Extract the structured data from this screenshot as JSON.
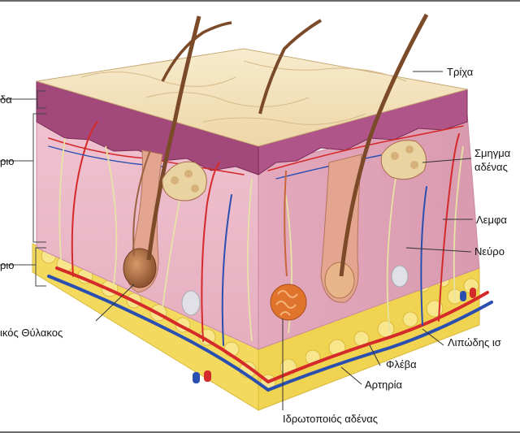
{
  "labels": {
    "epidermis": "δα",
    "dermis": "ριο",
    "hypodermis": "ριο",
    "follicle": "ικός Θύλακος",
    "hair": "Τρίχα",
    "sebaceous_line1": "Σμηγμα",
    "sebaceous_line2": "αδένας",
    "lymph": "Λεμφα",
    "nerve": "Νεύρο",
    "adipose": "Λιπώδης ισ",
    "vein": "Φλέβα",
    "artery": "Αρτηρία",
    "sweat_gland": "Ιδρωτοποιός αδένας"
  },
  "colors": {
    "frame": "#6a6a6a",
    "epidermis_top": "#f3e1b9",
    "epidermis_layer": "#a2487a",
    "dermis": "#eab9c9",
    "dermis_side": "#dc9db3",
    "fat": "#f3da5f",
    "artery": "#d52a2a",
    "vein": "#2a4fb0",
    "nerve": "#e7e3a5",
    "hair": "#7b4a28",
    "sweat_gland": "#e0742c"
  }
}
